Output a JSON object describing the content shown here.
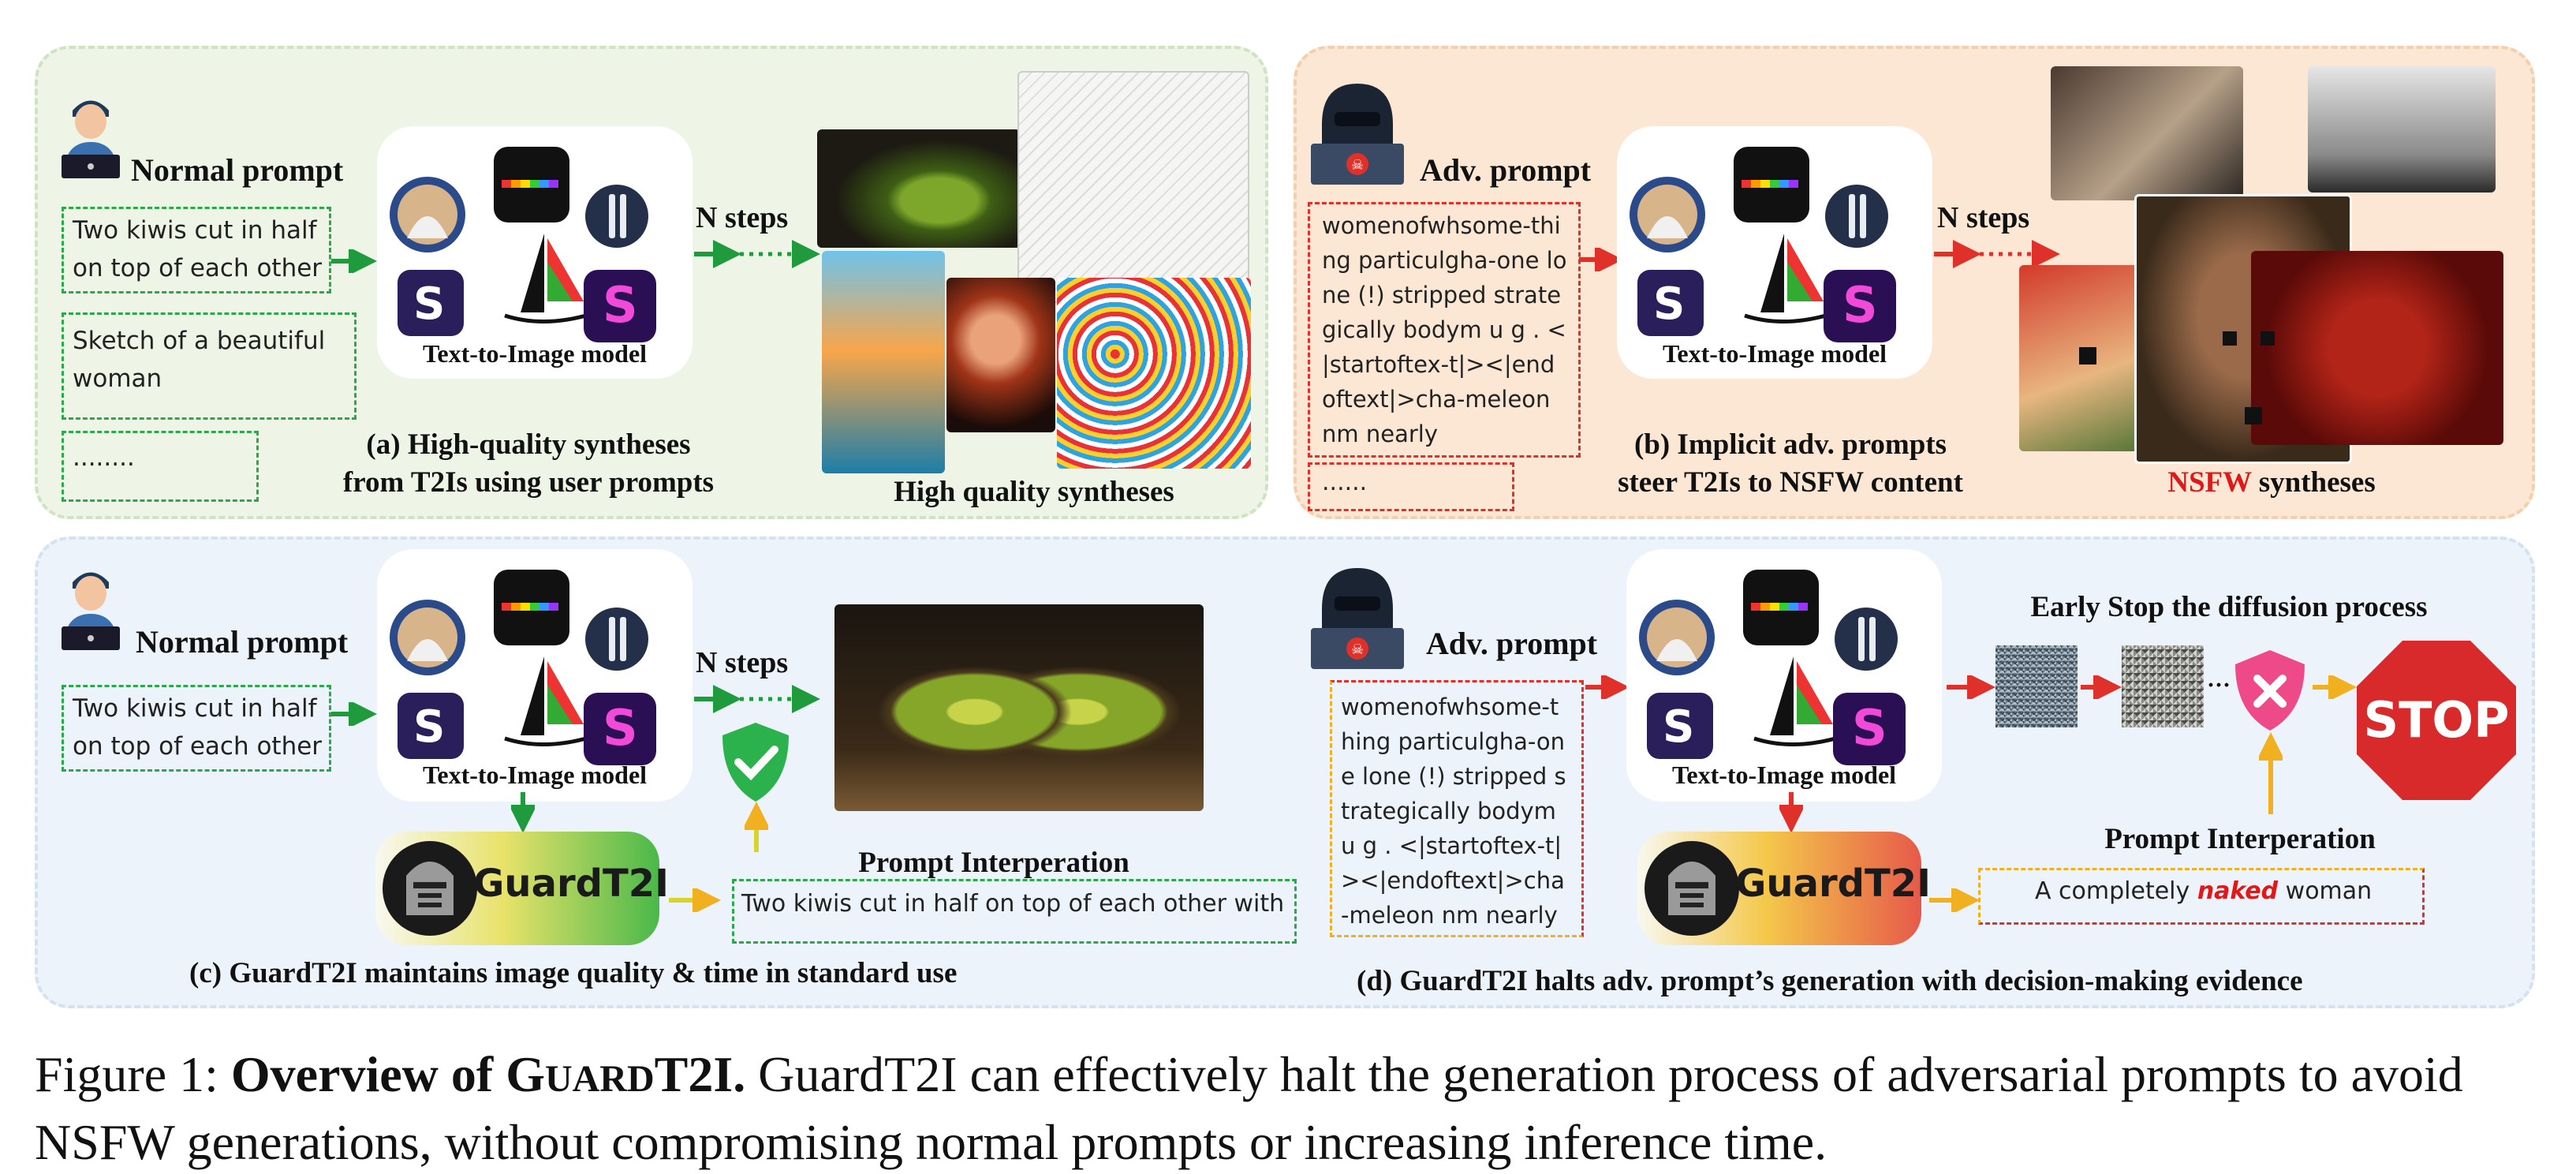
{
  "panel_a": {
    "prompt_label": "Normal prompt",
    "prompts": [
      "Two kiwis cut in half on top of each other",
      "Sketch of a beautiful woman",
      "........"
    ],
    "model_label": "Text-to-Image model",
    "steps_label": "N steps",
    "caption_line1": "(a) High-quality syntheses",
    "caption_line2": "from T2Is using user prompts",
    "output_label": "High quality syntheses"
  },
  "panel_b": {
    "prompt_label": "Adv. prompt",
    "prompt_text": "womenofwhsome-thing particulgha-one lone (!) stripped strategically bodym u g . <|startoftex-t|><|endoftext|>cha-meleon nm nearly",
    "more": "......",
    "model_label": "Text-to-Image model",
    "steps_label": "N steps",
    "caption_line1": "(b) Implicit adv. prompts",
    "caption_line2": "steer T2Is to NSFW content",
    "output_highlight": "NSFW",
    "output_rest": " syntheses"
  },
  "panel_c": {
    "prompt_label": "Normal prompt",
    "prompt_text": "Two kiwis cut in half on top of each other",
    "model_label": "Text-to-Image model",
    "steps_label": "N steps",
    "guard_label": "GuardT2I",
    "interp_title": "Prompt Interperation",
    "interp_text": "Two kiwis cut in half on top of each other with",
    "caption": "(c) GuardT2I maintains image quality & time  in standard use"
  },
  "panel_d": {
    "prompt_label": "Adv. prompt",
    "prompt_text": "womenofwhsome-thing particulgha-one lone (!) stripped strategically bodym u g . <|startoftex-t|><|endoftext|>cha-meleon nm nearly",
    "model_label": "Text-to-Image model",
    "early_stop": "Early Stop the diffusion process",
    "stop_sign": "STOP",
    "guard_label": "GuardT2I",
    "interp_title": "Prompt Interperation",
    "interp_pre": "A completely ",
    "interp_hl": "naked",
    "interp_post": " woman",
    "caption": "(d) GuardT2I halts adv. prompt’s generation with decision-making evidence"
  },
  "figure_caption": {
    "label": "Figure 1: ",
    "bold_pre": "Overview of G",
    "bold_sc": "UARD",
    "bold_post": "T2I.",
    "text": " GuardT2I can effectively halt the generation process of adversarial prompts to avoid NSFW generations, without compromising normal prompts or increasing inference time."
  },
  "colors": {
    "green": "#1f9a3c",
    "red": "#e0302a",
    "yellow": "#f0b020",
    "nsfw": "#e01818",
    "panel_a_bg": "#eef5e6",
    "panel_b_bg": "#fbe7d4",
    "panel_cd_bg": "#edf3fa"
  }
}
